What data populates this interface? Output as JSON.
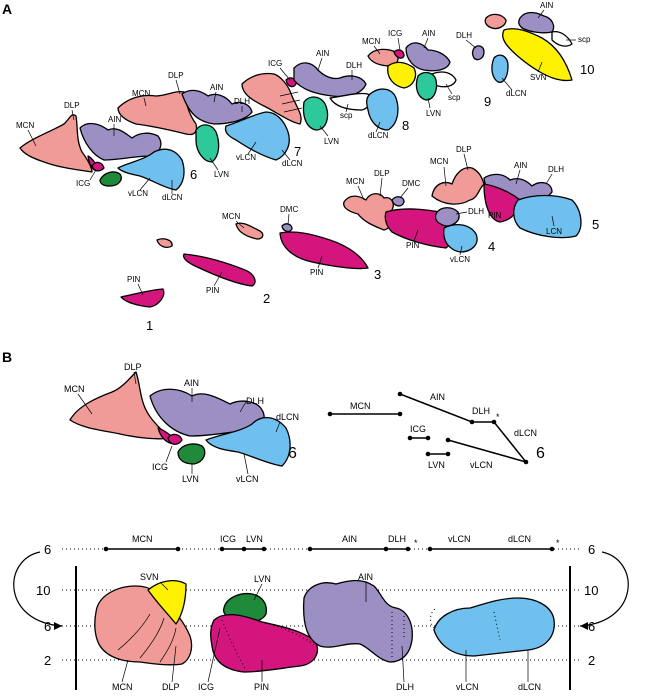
{
  "panels": {
    "a": "A",
    "b": "B"
  },
  "colors": {
    "mcn": "#f09b98",
    "ain": "#9b8fc4",
    "lcn": "#6fc0ee",
    "pin": "#d4157d",
    "lvn_light": "#2ec99b",
    "lvn_dark": "#1e8a3a",
    "svn": "#fff200",
    "dmc": "#9b8fc4"
  },
  "section_numbers": [
    "1",
    "2",
    "3",
    "4",
    "5",
    "6",
    "7",
    "8",
    "9",
    "10"
  ],
  "labels_a": {
    "s1_pin": "PIN",
    "s2_pin": "PIN",
    "s3_mcn": "MCN",
    "s3_dmc": "DMC",
    "s3_pin": "PIN",
    "s4_mcn": "MCN",
    "s4_dlp": "DLP",
    "s4_dmc": "DMC",
    "s4_dlh": "DLH",
    "s4_pin": "PIN",
    "s4_vlcn": "vLCN",
    "s5_mcn": "MCN",
    "s5_dlp": "DLP",
    "s5_ain": "AIN",
    "s5_dlh": "DLH",
    "s5_pin": "PIN",
    "s5_lcn": "LCN",
    "s6_dlp": "DLP",
    "s6_mcn": "MCN",
    "s6_ain": "AIN",
    "s6_icg": "ICG",
    "s6_vlcn": "vLCN",
    "s6_dlcn": "dLCN",
    "s7_mcn": "MCN",
    "s7_dlp": "DLP",
    "s7_ain": "AIN",
    "s7_dlh": "DLH",
    "s7_lvn": "LVN",
    "s7_vlcn": "vLCN",
    "s7_dlcn": "dLCN",
    "s8_icg": "ICG",
    "s8_ain": "AIN",
    "s8_dlh": "DLH",
    "s8_scp": "scp",
    "s8_lvn": "LVN",
    "s8_dlcn": "dLCN",
    "s9_mcn": "MCN",
    "s9_icg": "ICG",
    "s9_ain": "AIN",
    "s9_dlh": "DLH",
    "s9_scp": "scp",
    "s9_lvn": "LVN",
    "s10_ain": "AIN",
    "s10_scp": "scp",
    "s10_svn": "SVN",
    "s10_dlcn": "dLCN"
  },
  "labels_b": {
    "mcn": "MCN",
    "dlp": "DLP",
    "ain": "AIN",
    "dlh": "DLH",
    "dlcn": "dLCN",
    "icg": "ICG",
    "lvn": "LVN",
    "vlcn": "vLCN",
    "six": "6"
  },
  "schematic": {
    "mcn": "MCN",
    "ain": "AIN",
    "dlh": "DLH",
    "star": "*",
    "dlcn": "dLCN",
    "icg": "ICG",
    "lvn": "LVN",
    "vlcn": "vLCN",
    "six": "6"
  },
  "bottom": {
    "top_row": {
      "mcn": "MCN",
      "icg": "ICG",
      "lvn": "LVN",
      "ain": "AIN",
      "dlh": "DLH",
      "star1": "*",
      "vlcn": "vLCN",
      "dlcn": "dLCN",
      "star2": "*"
    },
    "levels": {
      "top": "6",
      "l10": "10",
      "l6": "6",
      "l2": "2"
    },
    "shape_labels": {
      "svn": "SVN",
      "lvn": "LVN",
      "ain": "AIN"
    },
    "bottom_labels": {
      "mcn": "MCN",
      "dlp": "DLP",
      "icg": "ICG",
      "pin": "PIN",
      "dlh": "DLH",
      "vlcn": "vLCN",
      "dlcn": "dLCN"
    }
  }
}
